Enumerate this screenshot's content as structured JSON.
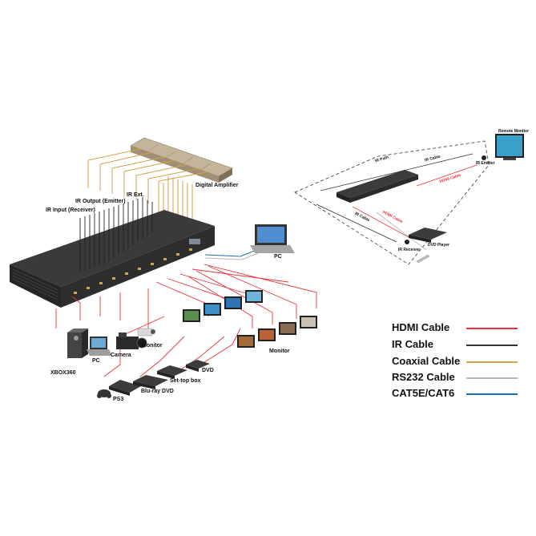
{
  "labels": {
    "digital_amplifier": "Digital Amplifier",
    "ir_ext": "IR Ext.",
    "ir_output": "IR Output (Emitter)",
    "ir_input": "IR Input (Receiver)",
    "pc_right": "PC",
    "xbox": "XBOX360",
    "pc_left": "PC",
    "camera": "Camera",
    "monitor_small": "Monitor",
    "monitor": "Monitor",
    "dvd": "DVD",
    "set_top_box": "Set-top box",
    "blu_ray": "Blu-ray DVD",
    "ps3": "PS3"
  },
  "inset": {
    "remote_monitor": "Remote Monitor",
    "ir_path": "IR Path",
    "ir_cable": "IR Cable",
    "ir_emitter": "IR Emitter",
    "hdmi_cable": "HDMI Cable",
    "ir_cable2": "IR Cable",
    "hdmi_cable2": "HDMI Cable",
    "dvd_player": "DVD Player",
    "ir_receiver": "IR Receiver"
  },
  "legend": [
    {
      "label": "HDMI Cable",
      "color": "#e8343c"
    },
    {
      "label": "IR Cable",
      "color": "#333333"
    },
    {
      "label": "Coaxial Cable",
      "color": "#d4a24a"
    },
    {
      "label": "RS232 Cable",
      "color": "#b5b5b5"
    },
    {
      "label": "CAT5E/CAT6",
      "color": "#1f6fb0"
    }
  ]
}
